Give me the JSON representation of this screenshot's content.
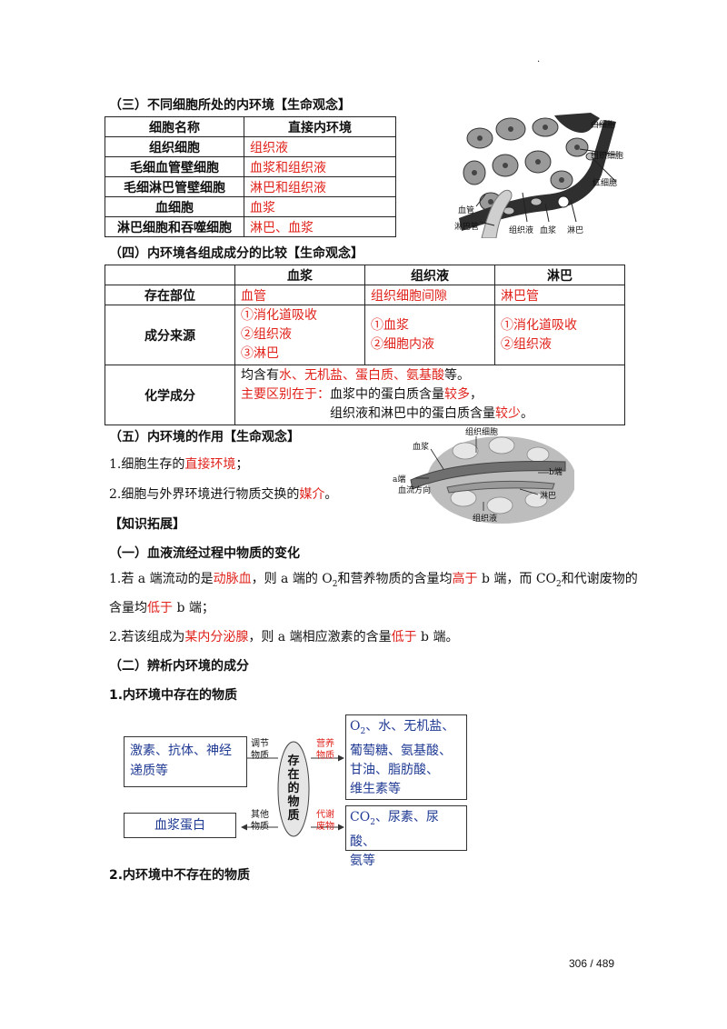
{
  "top_dot": ".",
  "sec3": {
    "title": "（三）不同细胞所处的内环境【生命观念】",
    "headers": [
      "细胞名称",
      "直接内环境"
    ],
    "rows": [
      {
        "cell": "组织细胞",
        "env": "组织液"
      },
      {
        "cell": "毛细血管壁细胞",
        "env": "血浆和组织液"
      },
      {
        "cell": "毛细淋巴管壁细胞",
        "env": "淋巴和组织液"
      },
      {
        "cell": "血细胞",
        "env": "血浆"
      },
      {
        "cell": "淋巴细胞和吞噬细胞",
        "env": "淋巴、血浆"
      }
    ],
    "figure_labels": {
      "white_cell": "白细胞",
      "tissue_cell": "组织细胞",
      "red_cell": "红细胞",
      "vessel": "血管",
      "lymph_vessel": "淋巴管",
      "tissue_fluid": "组织液",
      "plasma": "血浆",
      "lymph": "淋巴"
    }
  },
  "sec4": {
    "title": "（四）内环境各组成成分的比较【生命观念】",
    "headers": [
      "",
      "血浆",
      "组织液",
      "淋巴"
    ],
    "location": {
      "label": "存在部位",
      "plasma": "血管",
      "tissue": "组织细胞间隙",
      "lymph": "淋巴管"
    },
    "source": {
      "label": "成分来源",
      "plasma": [
        "①消化道吸收",
        "②组织液",
        "③淋巴"
      ],
      "tissue": [
        "①血浆",
        "②细胞内液"
      ],
      "lymph": [
        "①消化道吸收",
        "②组织液"
      ]
    },
    "chem": {
      "label": "化学成分",
      "l1_a": "均含有",
      "l1_b": "水、无机盐、蛋白质、氨基酸",
      "l1_c": "等。",
      "l2_a": "主要区别在于：",
      "l2_b": "血浆中的蛋白质含量",
      "l2_c": "较多",
      "l2_d": "，",
      "l3_a": "组织液和淋巴中的蛋白质含量",
      "l3_b": "较少",
      "l3_c": "。"
    }
  },
  "sec5": {
    "title": "（五）内环境的作用【生命观念】",
    "p1_a": "1.细胞生存的",
    "p1_b": "直接环境",
    "p1_c": "；",
    "p2_a": "2.细胞与外界环境进行物质交换的",
    "p2_b": "媒介",
    "p2_c": "。",
    "figure_labels": {
      "tissue_cell": "组织细胞",
      "plasma": "血浆",
      "b_end": "b端",
      "a_end": "a端",
      "flow": "血流方向",
      "lymph": "淋巴",
      "tissue_fluid": "组织液"
    }
  },
  "ext": {
    "title": "【知识拓展】",
    "s1_title": "（一）血液流经过程中物质的变化",
    "p1_a": "1.若 a 端流动的是",
    "p1_b": "动脉血",
    "p1_c": "，则 a 端的 O",
    "p1_sub1": "2",
    "p1_d": "和营养物质的含量均",
    "p1_e": "高于",
    "p1_f": " b 端，而 CO",
    "p1_sub2": "2",
    "p1_g": "和代谢废物的",
    "p1_h": "含量均",
    "p1_i": "低于",
    "p1_j": " b 端；",
    "p2_a": "2.若该组成为",
    "p2_b": "某内分泌腺",
    "p2_c": "，则 a 端相应激素的含量",
    "p2_d": "低于",
    "p2_e": " b 端。",
    "s2_title": "（二）辨析内环境的成分",
    "s2_1": "1.内环境中存在的物质",
    "s2_2": "2.内环境中不存在的物质"
  },
  "diagram": {
    "left1": "激素、抗体、神经递质等",
    "left2": "血浆蛋白",
    "center": [
      "存",
      "在",
      "的",
      "物",
      "质"
    ],
    "arrow_tl": [
      "调节",
      "物质"
    ],
    "arrow_tr": [
      "营养",
      "物质"
    ],
    "arrow_bl": [
      "其他",
      "物质"
    ],
    "arrow_br": [
      "代谢",
      "废物"
    ],
    "right1": [
      "O",
      "2",
      "、水、无机盐、",
      "葡萄糖、氨基酸、",
      "甘油、脂肪酸、",
      "维生素等"
    ],
    "right2": [
      "CO",
      "2",
      "、尿素、尿酸、",
      "氨等"
    ]
  },
  "page_number": "306 / 489"
}
